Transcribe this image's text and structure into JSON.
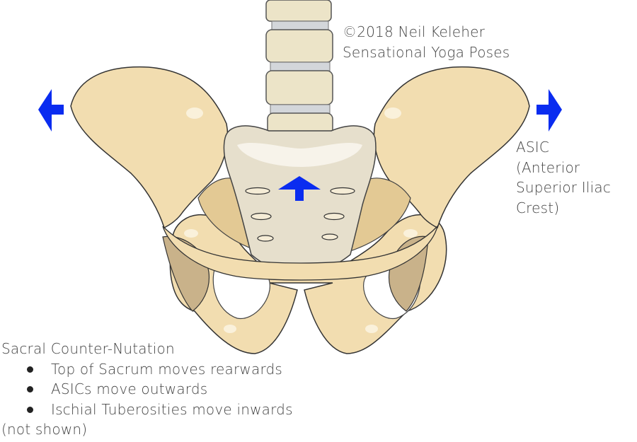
{
  "credit": {
    "line1": "©2018 Neil Keleher",
    "line2": "Sensational Yoga Poses"
  },
  "asic_label": {
    "line1": "ASIC",
    "line2": "(Anterior",
    "line3": "Superior Iliac",
    "line4": "Crest)"
  },
  "caption": {
    "title": "Sacral Counter-Nutation",
    "bullets": [
      "Top of Sacrum moves rearwards",
      "ASICs move outwards",
      "Ischial Tuberosities move inwards"
    ],
    "footnote": "(not shown)"
  },
  "colors": {
    "bone": "#f2ddb0",
    "bone_shadow": "#e3c994",
    "sacrum": "#e6dfcc",
    "vertebra": "#ece4c8",
    "disc": "#cfd2d6",
    "arrow": "#0a2cf0",
    "dark_bone": "#c9b28a"
  }
}
